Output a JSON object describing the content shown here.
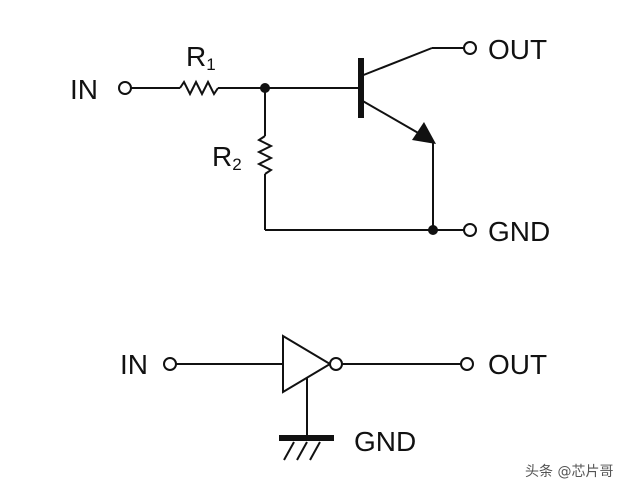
{
  "top_circuit": {
    "input_label": "IN",
    "output_label": "OUT",
    "ground_label": "GND",
    "r1_letter": "R",
    "r1_index": "1",
    "r2_letter": "R",
    "r2_index": "2"
  },
  "bottom_symbol": {
    "input_label": "IN",
    "output_label": "OUT",
    "ground_label": "GND"
  },
  "watermark": "头条 @芯片哥",
  "colors": {
    "ink": "#111111",
    "background": "#ffffff"
  }
}
